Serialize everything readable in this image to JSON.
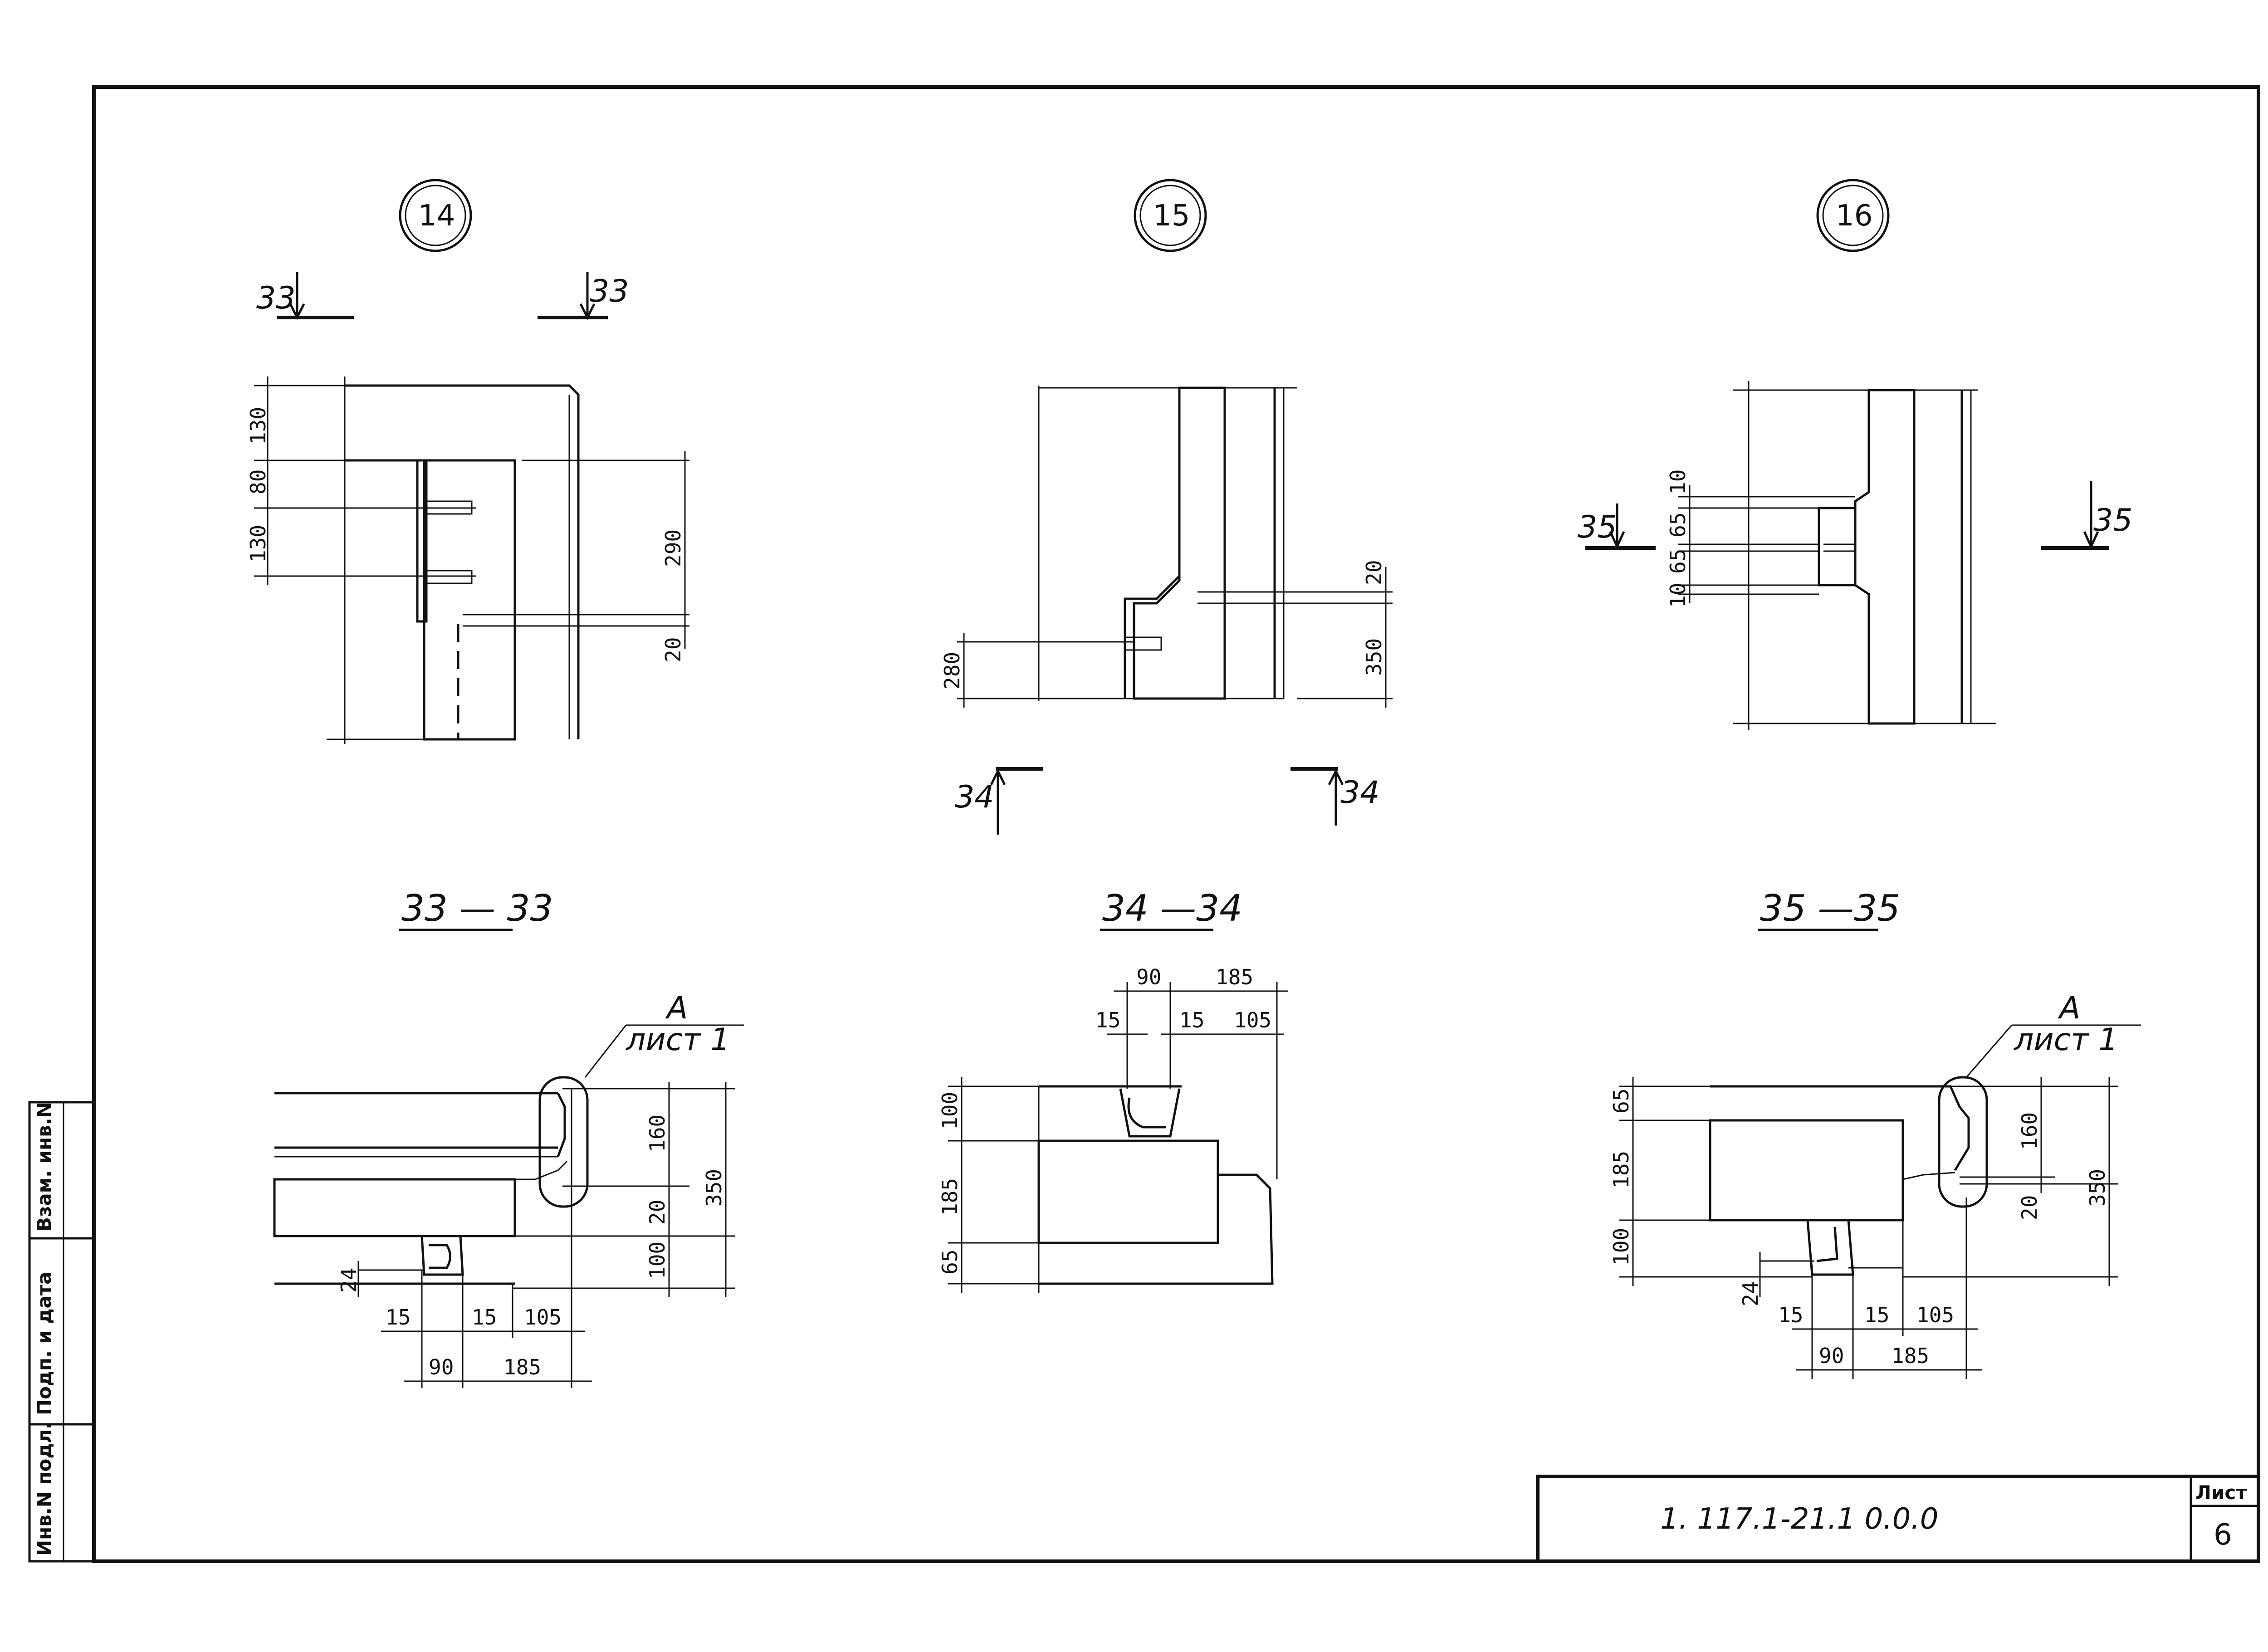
{
  "nodes": {
    "n14": "14",
    "n15": "15",
    "n16": "16"
  },
  "cuts": {
    "c33": "33",
    "c34": "34",
    "c35": "35"
  },
  "sections": {
    "s33": "33 — 33",
    "s34": "34 —34",
    "s35": "35 —35"
  },
  "callouts": {
    "letter": "А",
    "sheet_ref": "лист 1"
  },
  "dims": {
    "d14_130a": "130",
    "d14_80": "80",
    "d14_130b": "130",
    "d14_290": "290",
    "d14_20": "20",
    "d15_20": "20",
    "d15_350": "350",
    "d15_280": "280",
    "d16_10a": "10",
    "d16_65a": "65",
    "d16_10b": "10",
    "d16_65b": "65",
    "s33_160": "160",
    "s33_350": "350",
    "s33_20": "20",
    "s33_100": "100",
    "s33_24": "24",
    "s33_15a": "15",
    "s33_15b": "15",
    "s33_105": "105",
    "s33_90": "90",
    "s33_185": "185",
    "s34_90": "90",
    "s34_185": "185",
    "s34_15a": "15",
    "s34_15b": "15",
    "s34_105": "105",
    "s34_100": "100",
    "s34_185v": "185",
    "s34_65": "65",
    "s35_65": "65",
    "s35_185": "185",
    "s35_100": "100",
    "s35_160": "160",
    "s35_20": "20",
    "s35_350": "350",
    "s35_24": "24",
    "s35_15a": "15",
    "s35_15b": "15",
    "s35_105": "105",
    "s35_90": "90",
    "s35_185h": "185"
  },
  "stamp_column": {
    "inv_orig": "Инв.N подл.",
    "sign_date": "Подп. и дата",
    "replace_inv": "Взам. инв.N"
  },
  "title_block": {
    "doc_code": "1. 117.1-21.1  0.0.0",
    "sheet_label": "Лист",
    "sheet_number": "6"
  }
}
